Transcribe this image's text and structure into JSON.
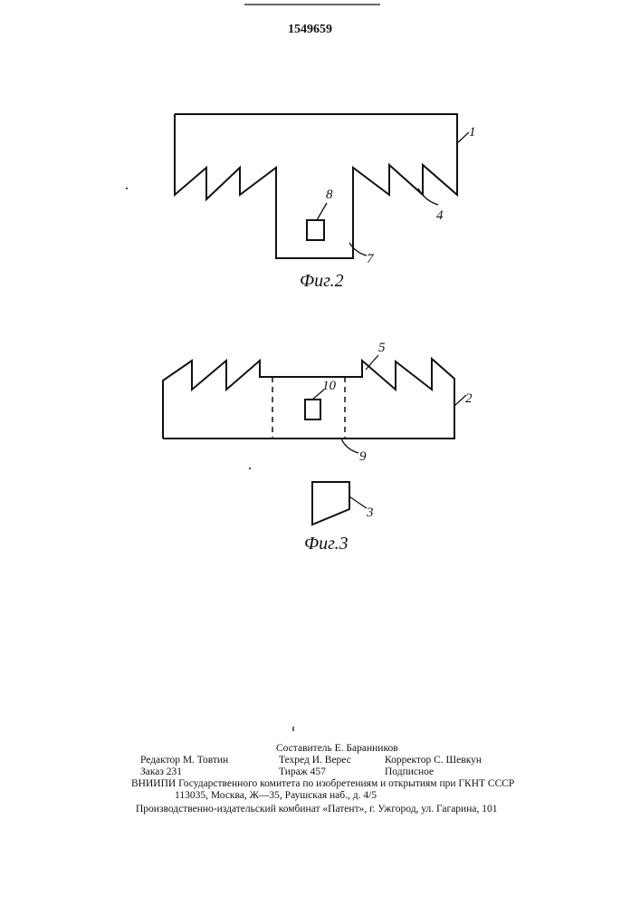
{
  "patent_number": "1549659",
  "figures": [
    {
      "caption": "Фиг.2",
      "callouts": [
        "1",
        "4",
        "8",
        "7"
      ]
    },
    {
      "caption": "Фиг.3",
      "callouts": [
        "5",
        "10",
        "2",
        "9",
        "3"
      ]
    }
  ],
  "imprint": {
    "composer": "Составитель Е. Баранников",
    "editor": "Редактор М. Товтин",
    "techred": "Техред И. Верес",
    "corrector": "Корректор С. Шевкун",
    "order": "Заказ 231",
    "circulation": "Тираж 457",
    "subscription": "Подписное",
    "org_line": "ВНИИПИ Государственного комитета по изобретениям и открытиям при ГКНТ СССР",
    "address_line": "113035, Москва, Ж—35, Раушская наб., д. 4/5",
    "printer_line": "Производственно-издательский комбинат «Патент», г. Ужгород, ул. Гагарина, 101"
  }
}
